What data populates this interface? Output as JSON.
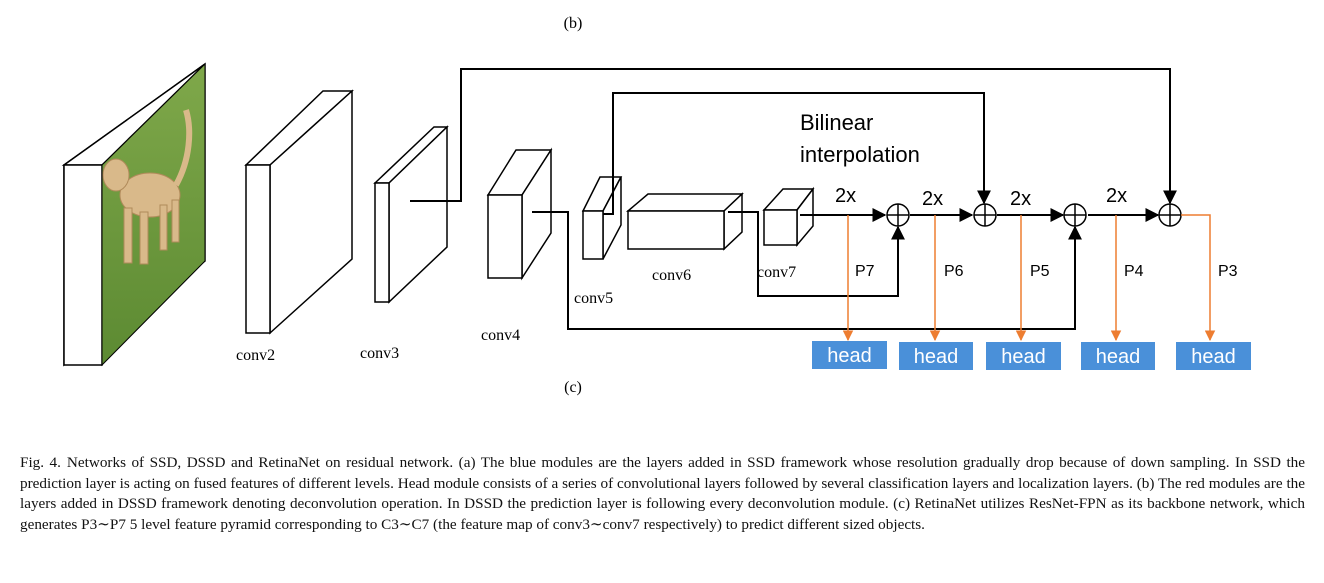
{
  "figure": {
    "panel_b_label": "(b)",
    "panel_c_label": "(c)",
    "bilinear_line1": "Bilinear",
    "bilinear_line2": "interpolation",
    "layers": {
      "conv2": "conv2",
      "conv3": "conv3",
      "conv4": "conv4",
      "conv5": "conv5",
      "conv6": "conv6",
      "conv7": "conv7"
    },
    "upsample_labels": [
      "2x",
      "2x",
      "2x",
      "2x"
    ],
    "pyramid_labels": [
      "P7",
      "P6",
      "P5",
      "P4",
      "P3"
    ],
    "head_labels": [
      "head",
      "head",
      "head",
      "head",
      "head"
    ],
    "colors": {
      "head_fill": "#4a90d9",
      "head_text": "#ffffff",
      "pyramid_arrow": "#ed7d31",
      "line": "#000000"
    },
    "image_description_icon": "dog-photo"
  },
  "caption": {
    "label": "Fig. 4.",
    "text": "Networks of SSD, DSSD and RetinaNet on residual network. (a) The blue modules are the layers added in SSD framework whose resolution gradually drop because of down sampling. In SSD the prediction layer is acting on fused features of different levels. Head module consists of a series of convolutional layers followed by several classification layers and localization layers. (b) The red modules are the layers added in DSSD framework denoting deconvolution operation. In DSSD the prediction layer is following every deconvolution module. (c) RetinaNet utilizes ResNet-FPN as its backbone network, which generates P3∼P7 5 level feature pyramid corresponding to C3∼C7 (the feature map of conv3∼conv7 respectively) to predict different sized objects."
  }
}
